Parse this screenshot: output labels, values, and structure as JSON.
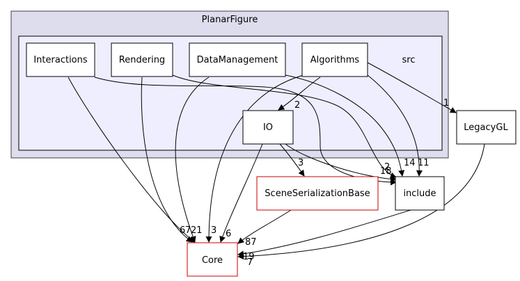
{
  "diagram": {
    "outer_cluster": {
      "label": "PlanarFigure"
    },
    "inner_cluster": {
      "label": "src"
    },
    "nodes": {
      "interactions": "Interactions",
      "rendering": "Rendering",
      "datamanagement": "DataManagement",
      "algorithms": "Algorithms",
      "io": "IO",
      "legacygl": "LegacyGL",
      "include": "include",
      "sceneserialization": "SceneSerializationBase",
      "core": "Core"
    },
    "edge_labels": {
      "algorithms_legacygl": "1",
      "algorithms_io": "2",
      "io_sceneserial": "3",
      "datamanagement_include": "14",
      "algorithms_include": "11",
      "interactions_include": "2",
      "io_include": "18",
      "interactions_core": "6",
      "rendering_core": "7",
      "datamanagement_core": "21",
      "algorithms_core": "3",
      "io_core": "6",
      "sceneserial_core": "87",
      "include_core": "19",
      "legacygl_core": "7"
    },
    "colors": {
      "outer_fill": "#ddddee",
      "outer_stroke": "#404040",
      "inner_fill": "#eeeeff",
      "inner_stroke": "#000000",
      "node_stroke": "#000000",
      "red_node_stroke": "#cc0000",
      "edge": "#000000"
    }
  }
}
